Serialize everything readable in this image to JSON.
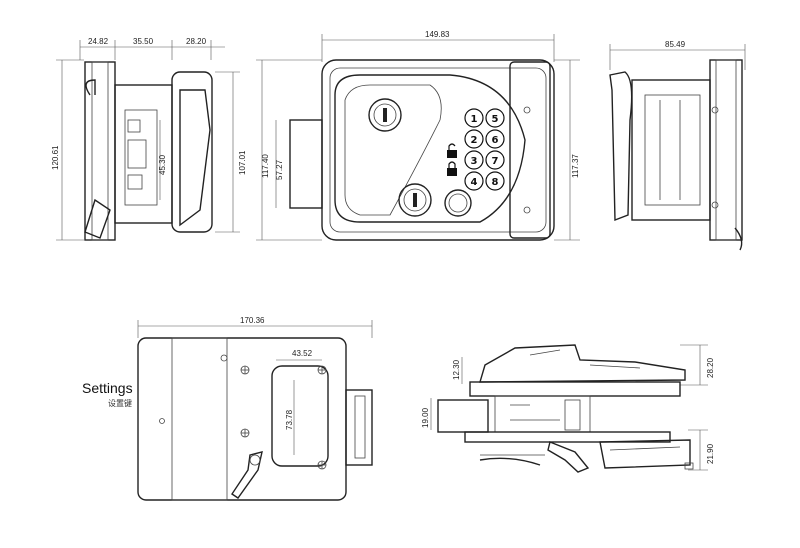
{
  "dimensions": {
    "side_left_top_a": "24.82",
    "side_left_top_b": "35.50",
    "side_left_top_c": "28.20",
    "side_left_height_outer": "120.61",
    "side_left_height_inner": "107.01",
    "side_left_slot": "45.30",
    "front_width": "149.83",
    "front_height_left": "117.40",
    "front_height_inner": "57.27",
    "front_height_right": "117.37",
    "side_right_width": "85.49",
    "back_width": "170.36",
    "back_window_width": "43.52",
    "back_window_height": "73.78",
    "bottom_height_top": "12.30",
    "bottom_height_right": "28.20",
    "bottom_height_left": "19.00",
    "bottom_height_low": "21.90"
  },
  "keypad": [
    "1",
    "5",
    "2",
    "6",
    "3",
    "7",
    "4",
    "8"
  ],
  "settings": {
    "label": "Settings",
    "sublabel": "设置键"
  }
}
